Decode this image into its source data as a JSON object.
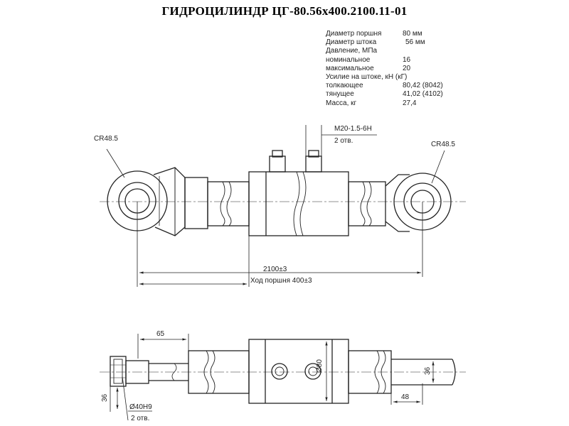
{
  "title": "ГИДРОЦИЛИНДР ЦГ-80.56х400.2100.11-01",
  "specs": [
    {
      "label": "Диаметр поршня",
      "value": "80 мм"
    },
    {
      "label": "Диаметр штока",
      "value": "56 мм"
    },
    {
      "label": "Давление, МПа",
      "value": ""
    },
    {
      "label": "номинальное",
      "value": "16"
    },
    {
      "label": "максимальное",
      "value": "20"
    },
    {
      "label": "Усилие на штоке, кН (кГ)",
      "value": ""
    },
    {
      "label": "толкающее",
      "value": "80,42 (8042)"
    },
    {
      "label": "тянущее",
      "value": "41,02 (4102)"
    },
    {
      "label": "Масса, кг",
      "value": "27,4"
    }
  ],
  "top_view": {
    "radius_left": "СR48.5",
    "radius_right": "СR48.5",
    "port_thread": "M20-1.5-6H",
    "port_count": "2 отв.",
    "total_length": "2100±3",
    "stroke": "Ход поршня 400±3"
  },
  "bottom_view": {
    "dim_65": "65",
    "dim_80": "Ø80",
    "dim_36_left": "36",
    "dim_36_right": "36",
    "dim_48": "48",
    "bore": "Ø40Н9",
    "bore_count": "2 отв."
  }
}
